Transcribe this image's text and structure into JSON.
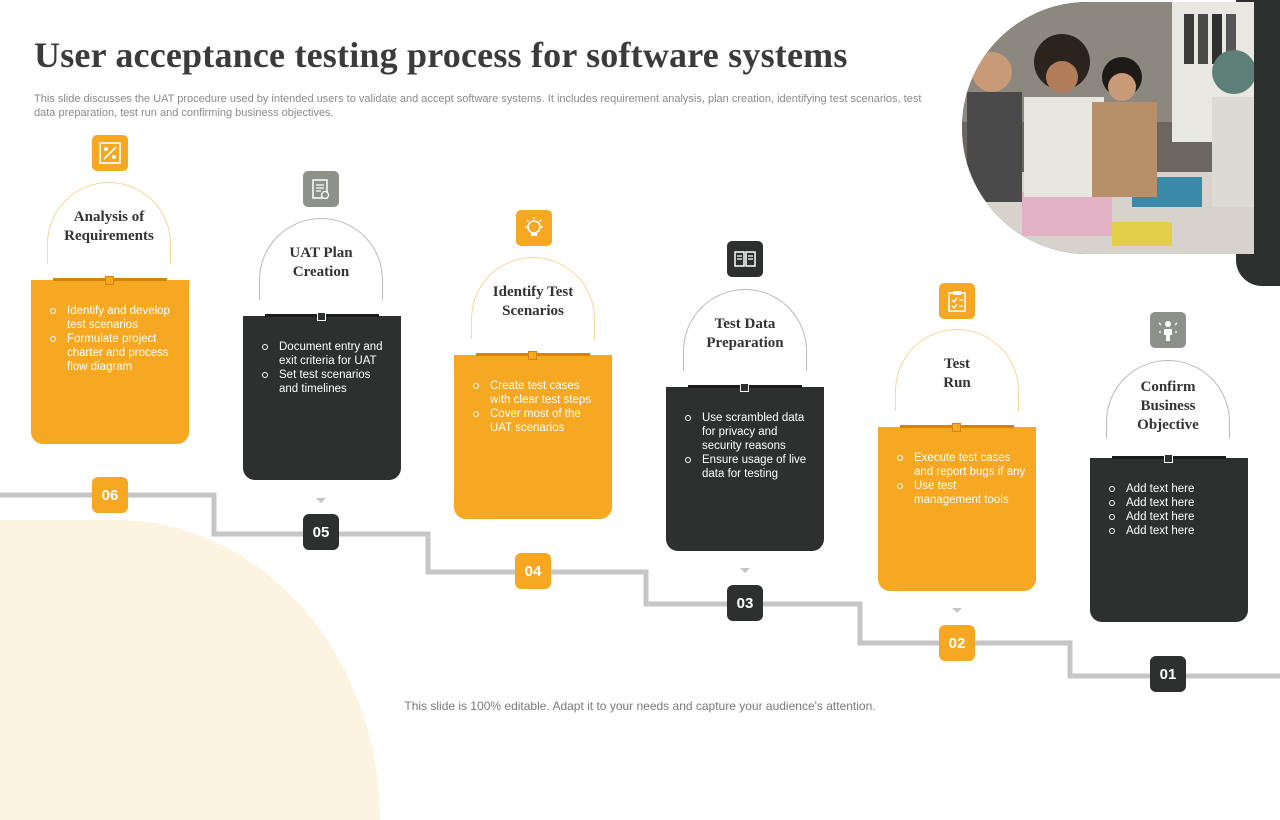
{
  "slide": {
    "title": "User acceptance testing process for software systems",
    "subtitle": "This slide discusses the UAT procedure used by intended users to validate and accept software systems. It includes requirement analysis, plan creation, identifying test scenarios, test data preparation, test run and confirming business objectives.",
    "footer": "This slide is 100% editable. Adapt it to your needs and capture your audience's attention."
  },
  "colors": {
    "accent_orange": "#f7a823",
    "dark": "#2e302f",
    "track": "#c6c6c6"
  },
  "steps": [
    {
      "number": "06",
      "title_line1": "Analysis of",
      "title_line2": "Requirements",
      "icon": "analysis-icon",
      "bullets": [
        "Identify and develop test scenarios",
        "Formulate project charter and process flow diagram"
      ]
    },
    {
      "number": "05",
      "title_line1": "UAT Plan",
      "title_line2": "Creation",
      "icon": "checklist-icon",
      "bullets": [
        "Document entry and exit criteria for UAT",
        "Set test scenarios and timelines"
      ]
    },
    {
      "number": "04",
      "title_line1": "Identify Test",
      "title_line2": "Scenarios",
      "icon": "lightbulb-icon",
      "bullets": [
        "Create test cases with clear test steps",
        "Cover most of the UAT scenarios"
      ]
    },
    {
      "number": "03",
      "title_line1": "Test Data",
      "title_line2": "Preparation",
      "icon": "book-icon",
      "bullets": [
        "Use scrambled data for privacy and security reasons",
        "Ensure usage of live data for testing"
      ]
    },
    {
      "number": "02",
      "title_line1": "Test",
      "title_line2": "Run",
      "icon": "clipboard-icon",
      "bullets": [
        "Execute test cases and report bugs if any",
        "Use test management tools"
      ]
    },
    {
      "number": "01",
      "title_line1": "Confirm",
      "title_line2": "Business",
      "title_line3": "Objective",
      "icon": "person-target-icon",
      "bullets": [
        "Add text here",
        "Add text here",
        "Add text here",
        "Add text here"
      ]
    }
  ]
}
